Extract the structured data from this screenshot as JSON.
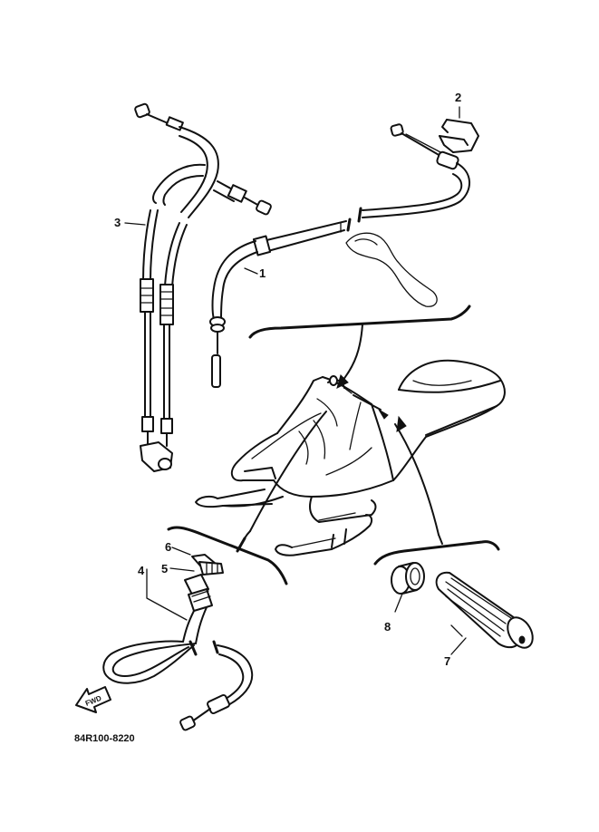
{
  "diagram": {
    "drawing_number": "84R100-8220",
    "fwd_label": "FWD",
    "callouts": [
      {
        "id": "callout-1",
        "text": "1"
      },
      {
        "id": "callout-2",
        "text": "2"
      },
      {
        "id": "callout-3",
        "text": "3"
      },
      {
        "id": "callout-4",
        "text": "4"
      },
      {
        "id": "callout-5",
        "text": "5"
      },
      {
        "id": "callout-6",
        "text": "6"
      },
      {
        "id": "callout-7",
        "text": "7"
      },
      {
        "id": "callout-8",
        "text": "8"
      }
    ]
  }
}
